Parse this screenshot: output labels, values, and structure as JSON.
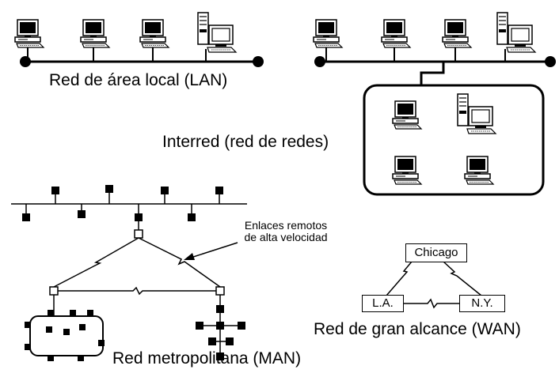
{
  "labels": {
    "lan": "Red de área local (LAN)",
    "internet": "Interred (red de redes)",
    "man": "Red metropolitana (MAN)",
    "wan": "Red de gran alcance (WAN)",
    "remote_links_line1": "Enlaces remotos",
    "remote_links_line2": "de alta velocidad"
  },
  "wan_nodes": {
    "chicago": "Chicago",
    "la": "L.A.",
    "ny": "N.Y."
  },
  "icons": [
    "desktop-computer-icon",
    "tower-computer-icon",
    "network-node-icon"
  ],
  "colors": {
    "ink": "#000000",
    "background": "#ffffff"
  }
}
